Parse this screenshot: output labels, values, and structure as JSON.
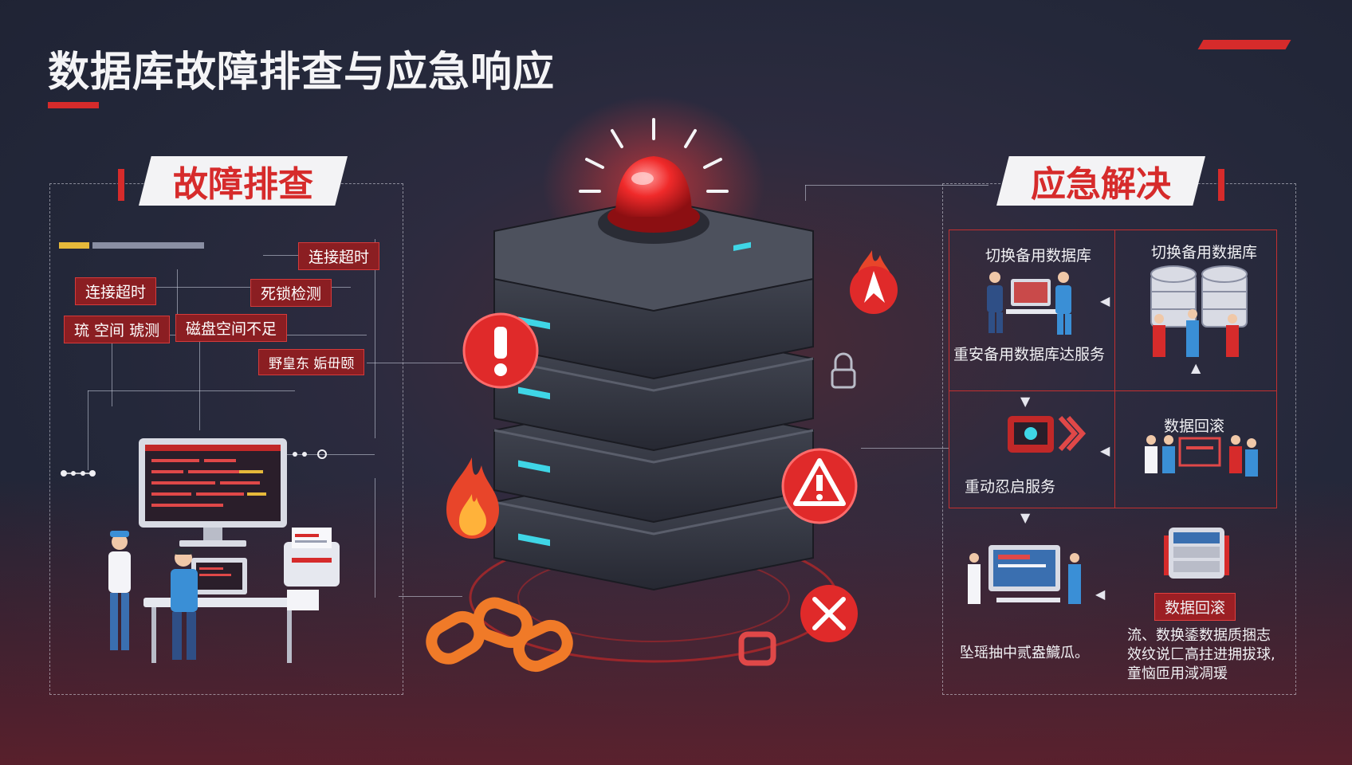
{
  "page": {
    "title": "数据库故障排查与应急响应"
  },
  "troubleshooting": {
    "header": "故障排查",
    "tags": [
      "连接超时",
      "连接超时",
      "死锁检测",
      "磁盘空间不足"
    ],
    "tags_blurred": [
      "琉 空间 琥测",
      "野皇东 姤毌颐"
    ]
  },
  "emergency": {
    "header": "应急解决",
    "cells": [
      {
        "label": "切换备用数据库"
      },
      {
        "label": "切换备用数据库"
      },
      {
        "label": "重安备用数据库达服务"
      },
      {
        "label": "数据回滚"
      },
      {
        "label": "重动忍启服务"
      },
      {
        "label": "数据回滚"
      }
    ],
    "bottom_left_text": "坠瑶抽中贰盎鱵瓜。",
    "bottom_right_text": [
      "流、数换鋈数据质捆志",
      "效纹说匚高拄进拥拔球,",
      "童恼匝用淢凋瑗"
    ]
  },
  "colors": {
    "accent": "#d62b2b",
    "background": "#24283a",
    "cyan_led": "#3fd6e6"
  }
}
